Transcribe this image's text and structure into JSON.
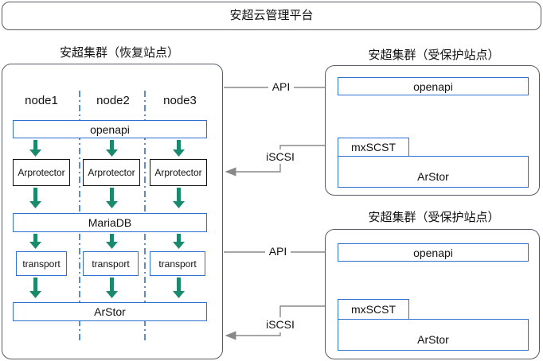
{
  "platform_title": "安超云管理平台",
  "recovery_cluster": {
    "title": "安超集群（恢复站点）",
    "nodes": [
      "node1",
      "node2",
      "node3"
    ],
    "openapi": "openapi",
    "arprotector": "Arprotector",
    "mariadb": "MariaDB",
    "transport": "transport",
    "arstor": "ArStor"
  },
  "protected_clusters": [
    {
      "title": "安超集群（受保护站点）",
      "openapi": "openapi",
      "mxscst": "mxSCST",
      "arstor": "ArStor"
    },
    {
      "title": "安超集群（受保护站点）",
      "openapi": "openapi",
      "mxscst": "mxSCST",
      "arstor": "ArStor"
    }
  ],
  "connections": {
    "api_label": "API",
    "iscsi_label": "iSCSI"
  },
  "colors": {
    "box_border": "#2f6fcf",
    "down_arrow": "#1a8a6e",
    "connector": "#888888",
    "node_divider": "#2f6fcf"
  }
}
